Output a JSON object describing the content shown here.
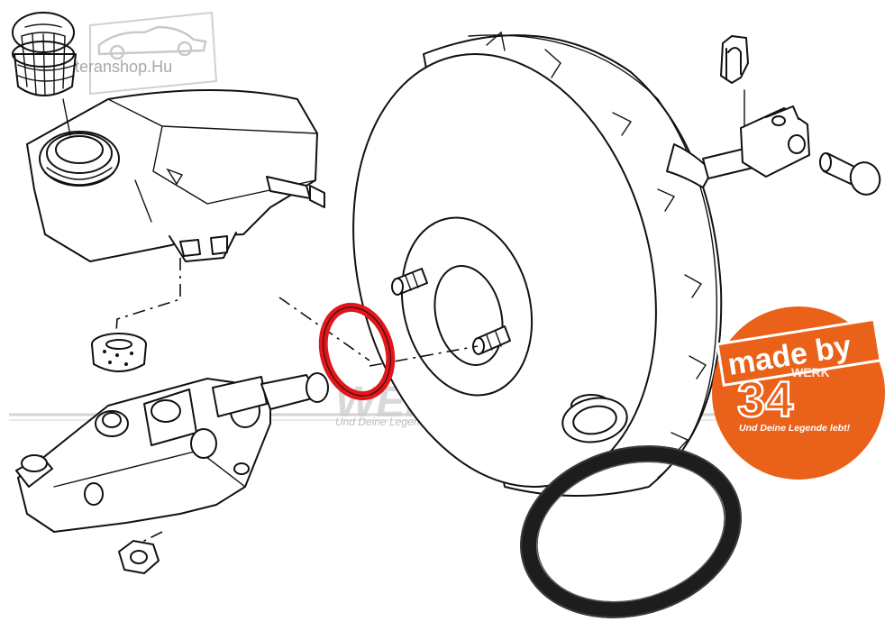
{
  "watermark": {
    "shop_name": "Veteranshop.Hu",
    "brand": "WERK34",
    "tagline": "Und Deine Legende lebt!"
  },
  "badge": {
    "made_by": "made by",
    "werk": "WERK",
    "number": "34",
    "tagline": "Und Deine Legende lebt!"
  },
  "colors": {
    "highlight_ring": "#e0161c",
    "badge_orange": "#ea6119",
    "seal_black": "#1d1d1d"
  },
  "parts": [
    {
      "icon": "reservoir-strainer-icon"
    },
    {
      "icon": "brake-fluid-reservoir-icon"
    },
    {
      "icon": "reservoir-grommet-icon"
    },
    {
      "icon": "master-cylinder-icon"
    },
    {
      "icon": "mounting-nut-icon"
    },
    {
      "icon": "o-ring-seal-icon"
    },
    {
      "icon": "brake-booster-icon"
    },
    {
      "icon": "pushrod-clevis-icon"
    },
    {
      "icon": "clevis-pin-icon"
    },
    {
      "icon": "retaining-clip-icon"
    },
    {
      "icon": "booster-spacer-icon"
    },
    {
      "icon": "seal-ring-photo-icon"
    }
  ]
}
